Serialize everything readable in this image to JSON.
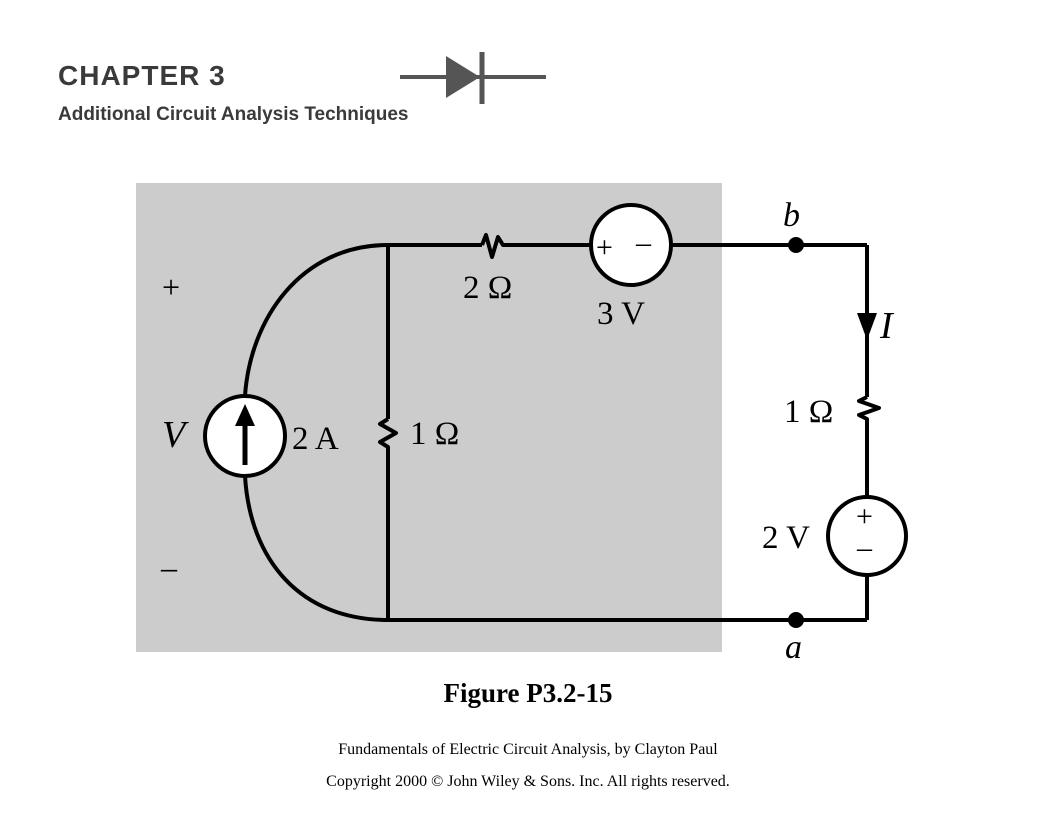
{
  "header": {
    "chapter_title": "CHAPTER 3",
    "chapter_subtitle": "Additional Circuit Analysis Techniques"
  },
  "circuit": {
    "terminal_top": "b",
    "terminal_bottom": "a",
    "current_label": "I",
    "voltage_label": "V",
    "voltage_plus": "+",
    "voltage_minus": "–",
    "current_source_value": "2 A",
    "shunt_resistor_value": "1 Ω",
    "series_resistor_value": "2 Ω",
    "series_source_value": "3 V",
    "series_source_plus": "+",
    "series_source_minus": "–",
    "load_resistor_value": "1 Ω",
    "load_source_value": "2 V",
    "load_source_plus": "+",
    "load_source_minus": "–",
    "shaded_region_color": "#cccccc"
  },
  "footer": {
    "figure_title": "Figure P3.2-15",
    "credit": "Fundamentals of Electric Circuit Analysis, by Clayton Paul",
    "copyright": "Copyright 2000 © John Wiley & Sons. Inc. All rights reserved."
  }
}
